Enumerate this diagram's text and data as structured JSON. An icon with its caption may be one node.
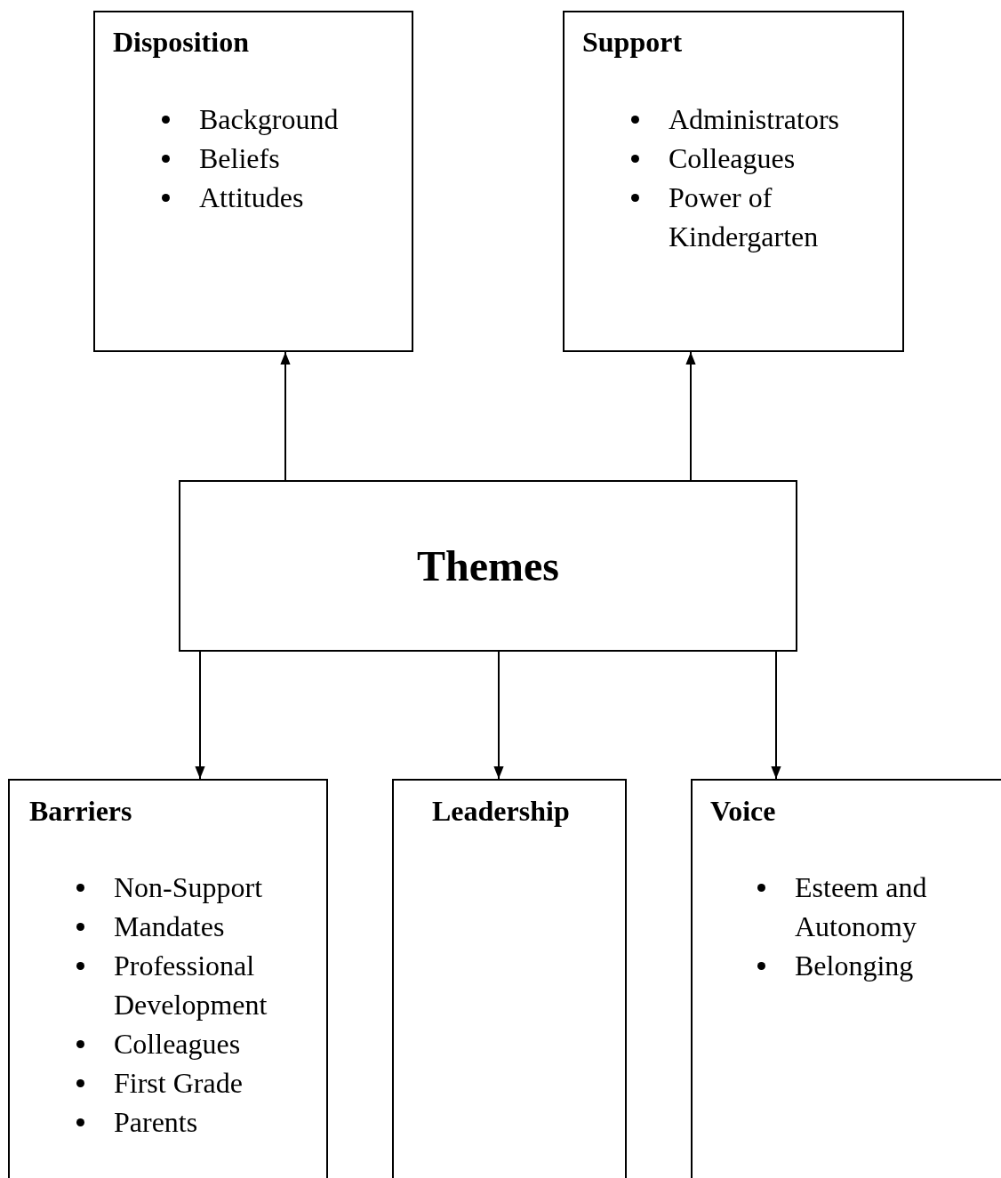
{
  "diagram": {
    "nodes": [
      {
        "text": [
          "Disposition",
          "Background",
          "Beliefs",
          "Attitudes"
        ]
      },
      {
        "text": [
          "Support",
          "Administrators",
          "Colleagues",
          "Power of Kindergarten"
        ]
      },
      {
        "text": [
          "Themes"
        ]
      },
      {
        "text": [
          "Barriers",
          "Non-Support",
          "Mandates",
          "Professional Development",
          "Colleagues",
          "First Grade",
          "Parents"
        ]
      },
      {
        "text": [
          "Leadership"
        ]
      },
      {
        "text": [
          "Voice",
          "Esteem and Autonomy",
          "Belonging"
        ]
      }
    ],
    "edges": [
      {
        "from": 2,
        "to": 0,
        "arrow": "to"
      },
      {
        "from": 2,
        "to": 1,
        "arrow": "to"
      },
      {
        "from": 2,
        "to": 3,
        "arrow": "to"
      },
      {
        "from": 2,
        "to": 4,
        "arrow": "to"
      },
      {
        "from": 2,
        "to": 5,
        "arrow": "to"
      }
    ]
  }
}
